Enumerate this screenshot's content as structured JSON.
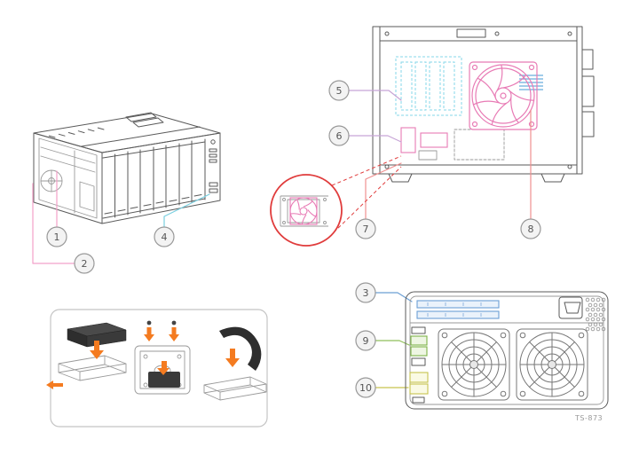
{
  "diagram": {
    "model_label": "TS-873",
    "callouts": [
      {
        "label": "1",
        "line_color": "#f2a0c9"
      },
      {
        "label": "2",
        "line_color": "#f2a0c9"
      },
      {
        "label": "3",
        "line_color": "#6b9fd4"
      },
      {
        "label": "4",
        "line_color": "#79cfe0"
      },
      {
        "label": "5",
        "line_color": "#c7a4d6"
      },
      {
        "label": "6",
        "line_color": "#c7a4d6"
      },
      {
        "label": "7",
        "line_color": "#ef8f8f"
      },
      {
        "label": "8",
        "line_color": "#ef8f8f"
      },
      {
        "label": "9",
        "line_color": "#8fbf5a"
      },
      {
        "label": "10",
        "line_color": "#c6c44e"
      }
    ],
    "highlight_colors": {
      "fan_magenta": "#e87bb5",
      "memory_cyan": "#86d7e8",
      "heatsink_blue": "#69aede",
      "slot_blue": "#6b9fd4",
      "port_green": "#7db348",
      "port_yellow": "#c6c44e",
      "arrow_orange": "#f47b20",
      "magnifier_red": "#e03c3c"
    }
  }
}
